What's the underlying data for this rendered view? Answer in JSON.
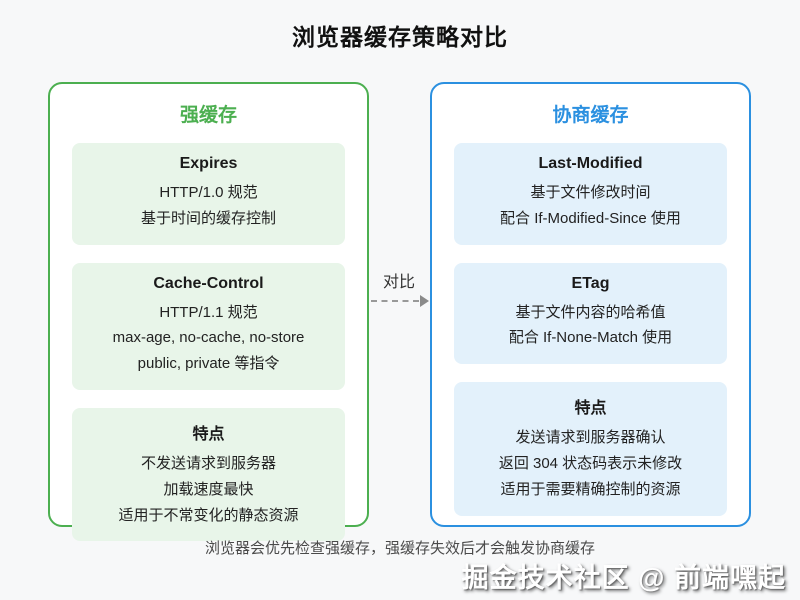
{
  "title": "浏览器缓存策略对比",
  "colors": {
    "strong_cache_accent": "#4CAF50",
    "strong_cache_card_bg": "#E8F5E9",
    "negotiated_cache_accent": "#2B90E0",
    "negotiated_cache_card_bg": "#E3F1FB"
  },
  "left_panel": {
    "title": "强缓存",
    "cards": [
      {
        "title": "Expires",
        "lines": [
          "HTTP/1.0 规范",
          "基于时间的缓存控制"
        ]
      },
      {
        "title": "Cache-Control",
        "lines": [
          "HTTP/1.1 规范",
          "max-age, no-cache, no-store",
          "public, private 等指令"
        ]
      },
      {
        "title": "特点",
        "lines": [
          "不发送请求到服务器",
          "加载速度最快",
          "适用于不常变化的静态资源"
        ]
      }
    ]
  },
  "right_panel": {
    "title": "协商缓存",
    "cards": [
      {
        "title": "Last-Modified",
        "lines": [
          "基于文件修改时间",
          "配合 If-Modified-Since 使用"
        ]
      },
      {
        "title": "ETag",
        "lines": [
          "基于文件内容的哈希值",
          "配合 If-None-Match 使用"
        ]
      },
      {
        "title": "特点",
        "lines": [
          "发送请求到服务器确认",
          "返回 304 状态码表示未修改",
          "适用于需要精确控制的资源"
        ]
      }
    ]
  },
  "connector": {
    "label": "对比"
  },
  "footer": {
    "caption": "浏览器会优先检查强缓存，强缓存失效后才会触发协商缓存",
    "watermark": "掘金技术社区 @ 前端嘿起"
  }
}
